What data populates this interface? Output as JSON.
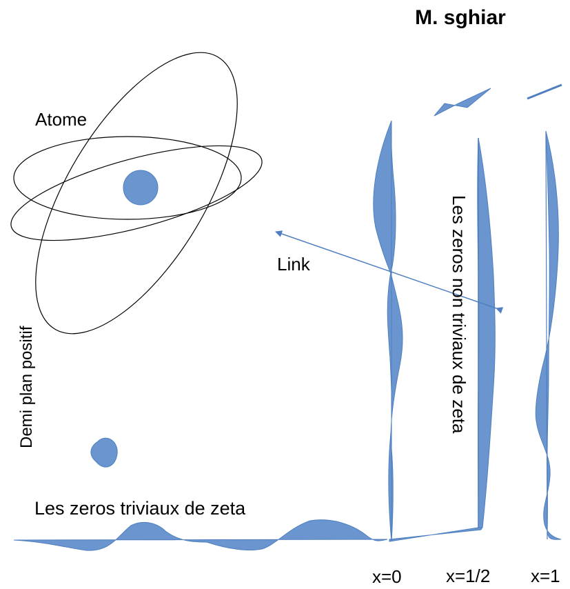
{
  "author": "M. sghiar",
  "labels": {
    "atom": "Atome",
    "link": "Link",
    "half_plane": "Demi plan positif",
    "trivial_zeros": "Les zeros triviaux de zeta",
    "nontrivial_zeros": "Les zeros non triviaux de zeta",
    "x0": "x=0",
    "x_half": "x=1/2",
    "x1": "x=1"
  },
  "colors": {
    "wave_fill": "#6a95cf",
    "arrow": "#4f7fc0",
    "orbit": "#000000"
  }
}
